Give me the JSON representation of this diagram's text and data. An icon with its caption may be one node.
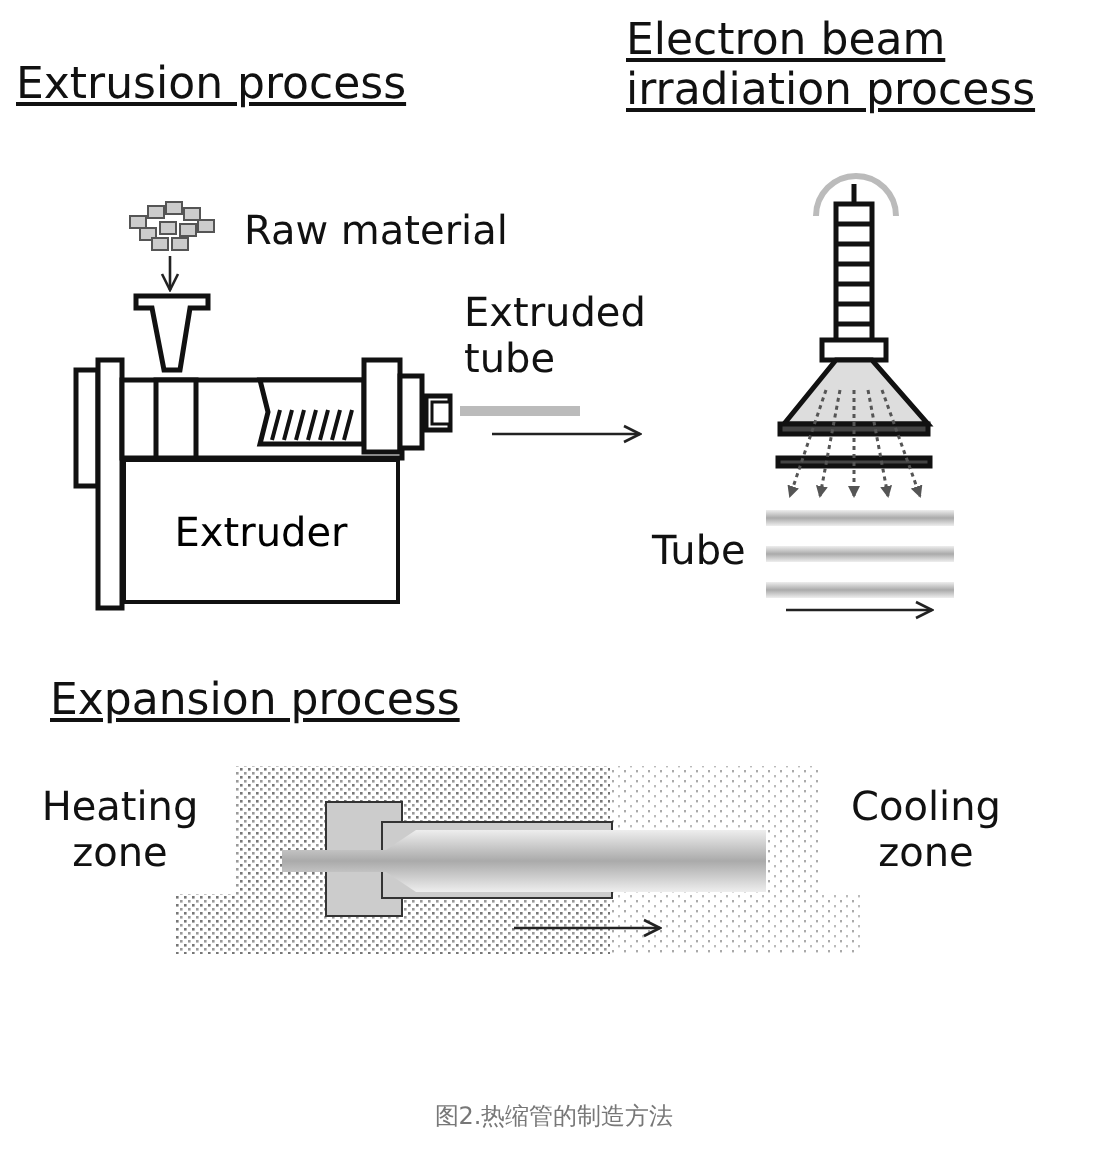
{
  "diagram": {
    "caption": "图2.热缩管的制造方法",
    "nodes": [
      {
        "text": [
          "Extruder"
        ]
      }
    ],
    "labels": [
      "Extrusion process",
      "Electron beam irradiation process",
      "Raw material",
      "Extruded tube",
      "Tube",
      "Expansion process",
      "Heating zone",
      "Cooling zone"
    ]
  }
}
